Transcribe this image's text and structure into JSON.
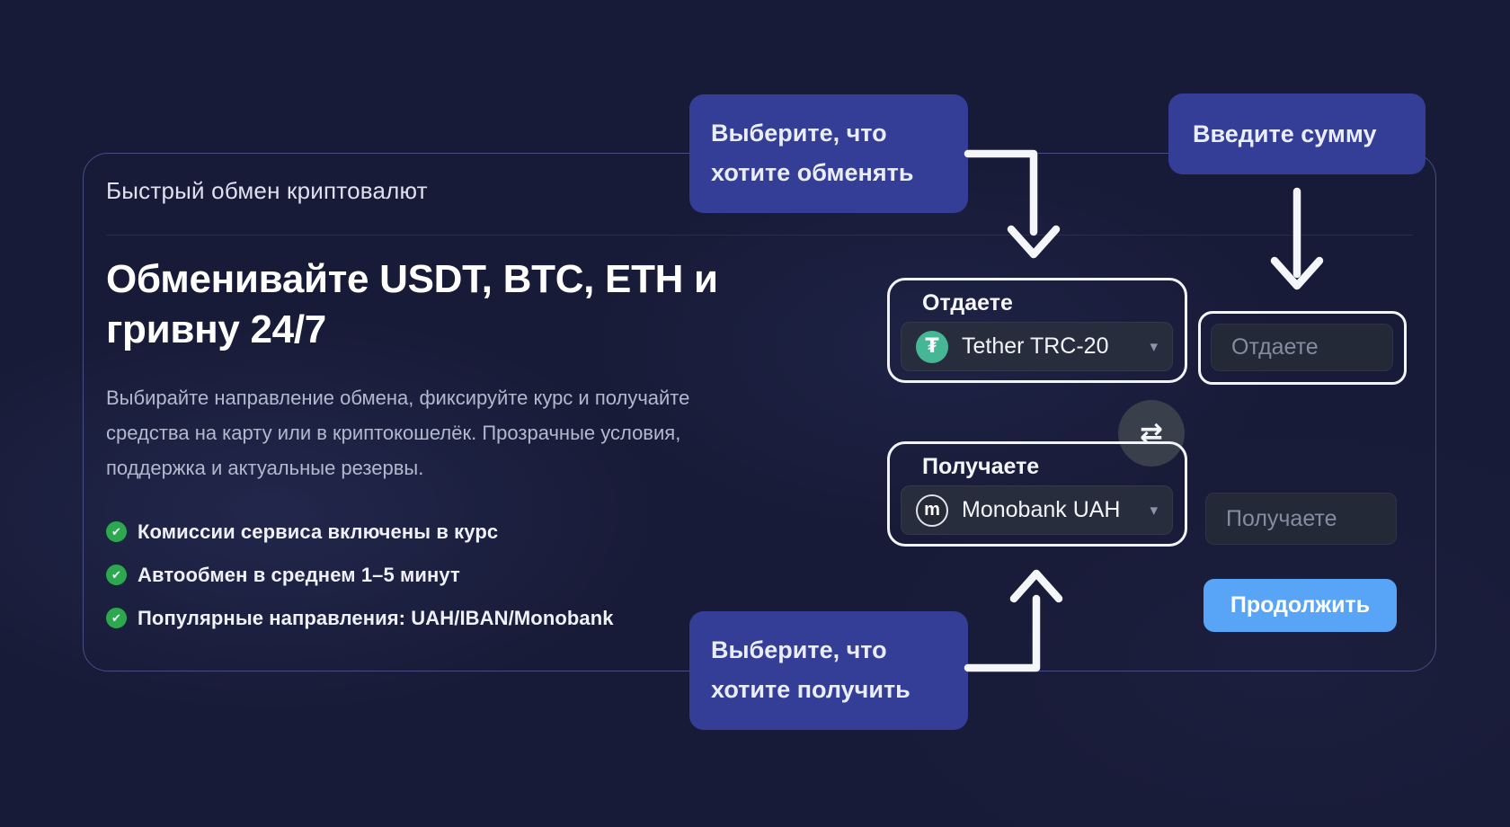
{
  "card": {
    "title": "Быстрый обмен криптовалют",
    "heading": "Обменивайте USDT, BTC, ETH и гривну 24/7",
    "description": "Выбирайте направление обмена, фиксируйте курс и получайте средства на карту или в криптокошелёк. Прозрачные условия, поддержка и актуальные резервы.",
    "features": [
      "Комиссии сервиса включены в курс",
      "Автообмен в среднем 1–5 минут",
      "Популярные направления: UAH/IBAN/Monobank"
    ]
  },
  "form": {
    "give": {
      "label": "Отдаете",
      "selected_option": "Tether TRC-20",
      "icon": "tether-icon"
    },
    "give_amount": {
      "placeholder": "Отдаете",
      "value": ""
    },
    "receive": {
      "label": "Получаете",
      "selected_option": "Monobank UAH",
      "icon": "monobank-icon"
    },
    "receive_amount": {
      "placeholder": "Получаете",
      "value": ""
    },
    "submit_label": "Продолжить"
  },
  "tooltips": {
    "give_select": {
      "line1": "Выберите, что",
      "line2": "хотите обменять"
    },
    "amount": {
      "line1": "Введите сумму"
    },
    "receive_select": {
      "line1": "Выберите, что",
      "line2": "хотите получить"
    }
  },
  "icons": {
    "tether_symbol": "₮",
    "monobank_symbol": "m",
    "check_symbol": "✔",
    "chevron_symbol": "▾",
    "swap_symbol": "⇄"
  },
  "colors": {
    "page_bg": "#181b37",
    "tooltip_bg": "#343e97",
    "button_blue": "#58a5f8",
    "tether_green": "#45b795",
    "success_green": "#2ca84e",
    "outline_white": "#f2f4fb"
  }
}
